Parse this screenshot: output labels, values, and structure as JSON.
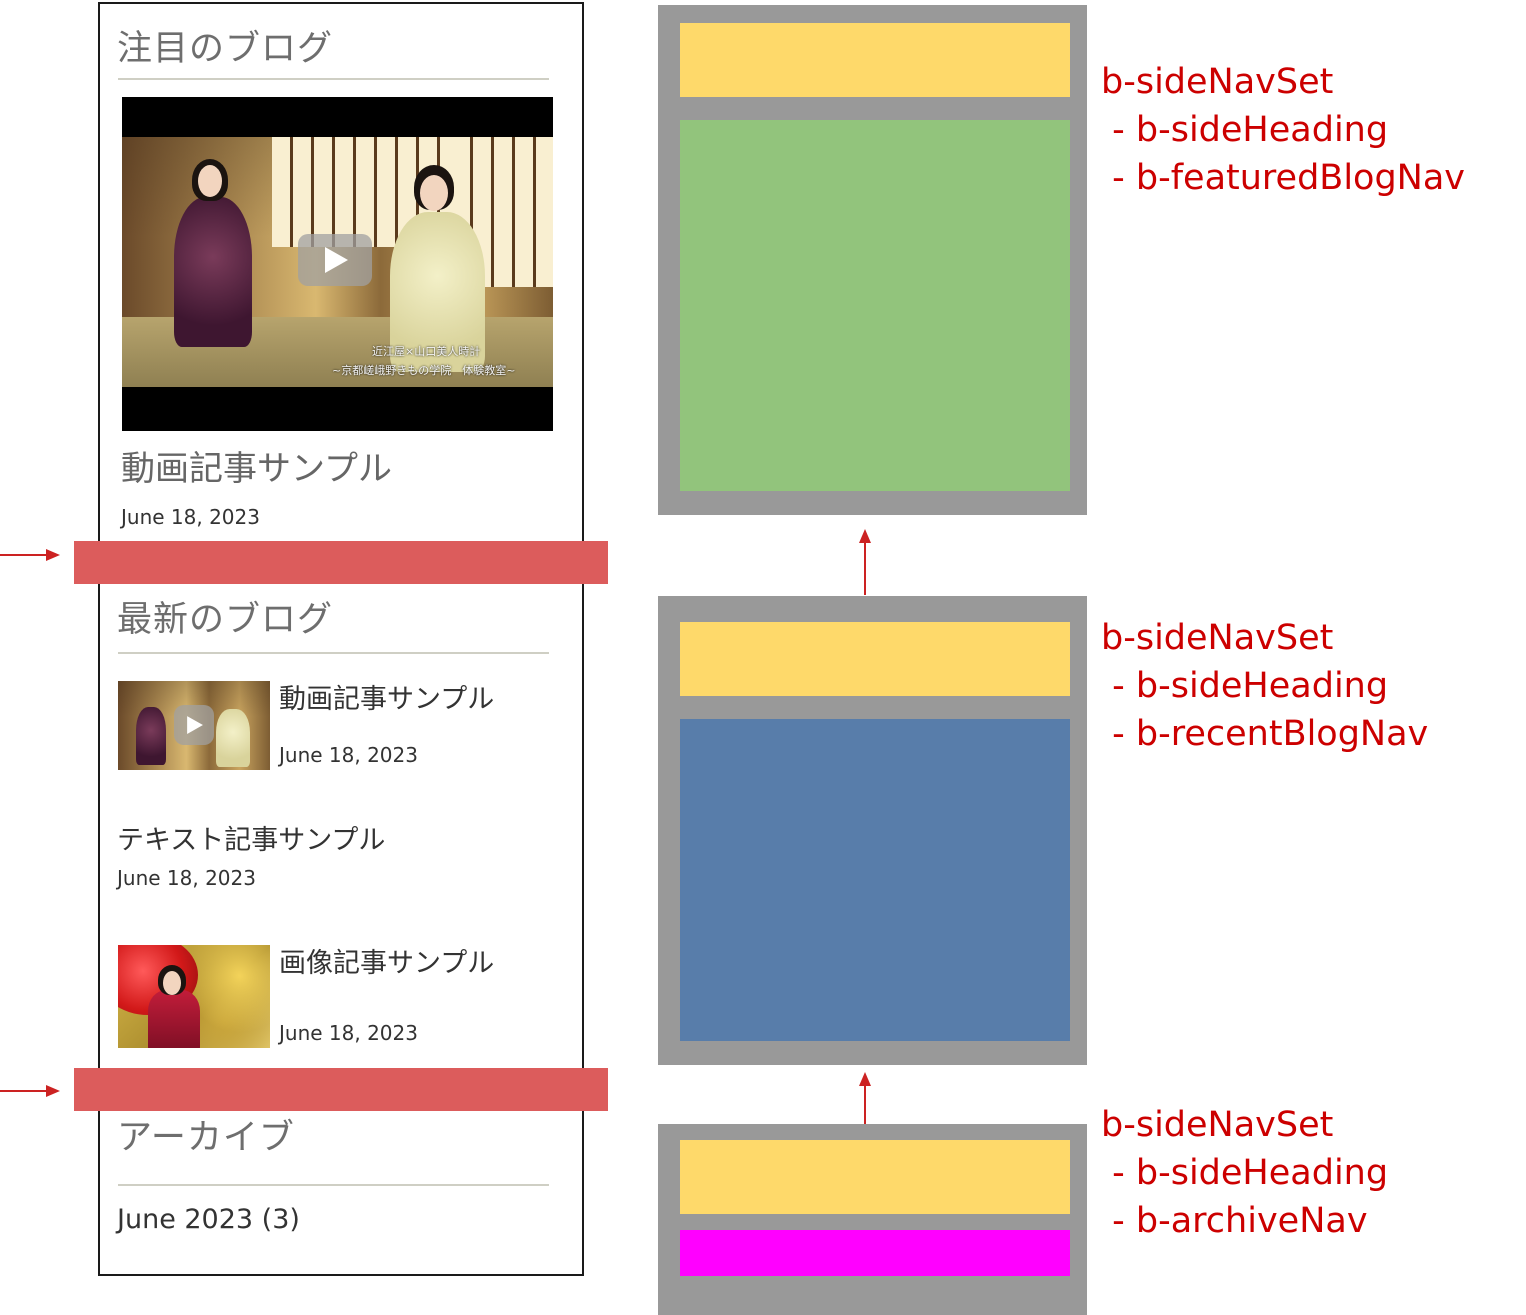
{
  "sidebar": {
    "featured": {
      "heading": "注目のブログ",
      "video_caption_line1": "近江屋×山口美人時計",
      "video_caption_line2": "~京都嵯峨野きもの学院　体験教室~",
      "post_title": "動画記事サンプル",
      "post_date": "June 18, 2023"
    },
    "recent": {
      "heading": "最新のブログ",
      "items": [
        {
          "title": "動画記事サンプル",
          "date": "June 18, 2023",
          "thumbnail": "video-thumbnail"
        },
        {
          "title": "テキスト記事サンプル",
          "date": "June 18, 2023",
          "thumbnail": ""
        },
        {
          "title": "画像記事サンプル",
          "date": "June 18, 2023",
          "thumbnail": "image-thumbnail"
        }
      ]
    },
    "archive": {
      "heading": "アーカイブ",
      "items": [
        {
          "label": "June 2023 (3)"
        }
      ]
    }
  },
  "diagram": {
    "sets": [
      {
        "set_label": "b-sideNavSet",
        "heading_label": " - b-sideHeading",
        "nav_label": " - b-featuredBlogNav",
        "nav_color": "#92c47c"
      },
      {
        "set_label": "b-sideNavSet",
        "heading_label": " - b-sideHeading",
        "nav_label": " - b-recentBlogNav",
        "nav_color": "#587daa"
      },
      {
        "set_label": "b-sideNavSet",
        "heading_label": " - b-sideHeading",
        "nav_label": " - b-archiveNav",
        "nav_color": "#ff00ff"
      }
    ],
    "colors": {
      "outer": "#999999",
      "heading": "#fed96a",
      "band": "#dc5c5c",
      "annotation": "#cc0000"
    }
  }
}
